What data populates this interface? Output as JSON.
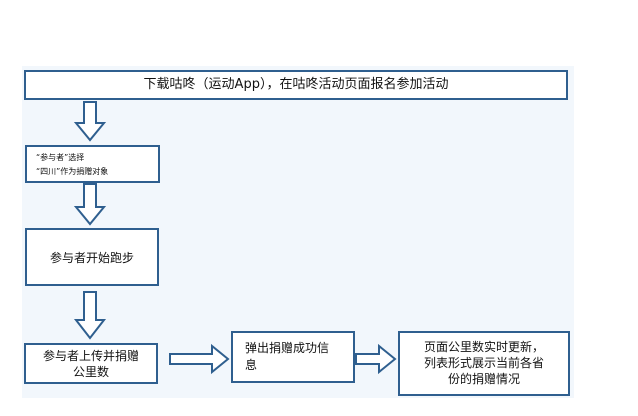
{
  "steps": {
    "download": "下载咕咚（运动App），在咕咚活动页面报名参加活动",
    "select_line1": "“参与者”选择",
    "select_line2": "“四川”作为捐赠对象",
    "start": "参与者开始跑步",
    "upload_line1": "参与者上传并捐赠",
    "upload_line2": "公里数",
    "popup_line1": "弹出捐赠成功信",
    "popup_line2": "息",
    "update_line1": "页面公里数实时更新，",
    "update_line2": "列表形式展示当前各省",
    "update_line3": "份的捐赠情况"
  },
  "colors": {
    "border": "#2f5f8f",
    "background": "#f2f7fc",
    "arrow_fill": "#ffffff"
  }
}
